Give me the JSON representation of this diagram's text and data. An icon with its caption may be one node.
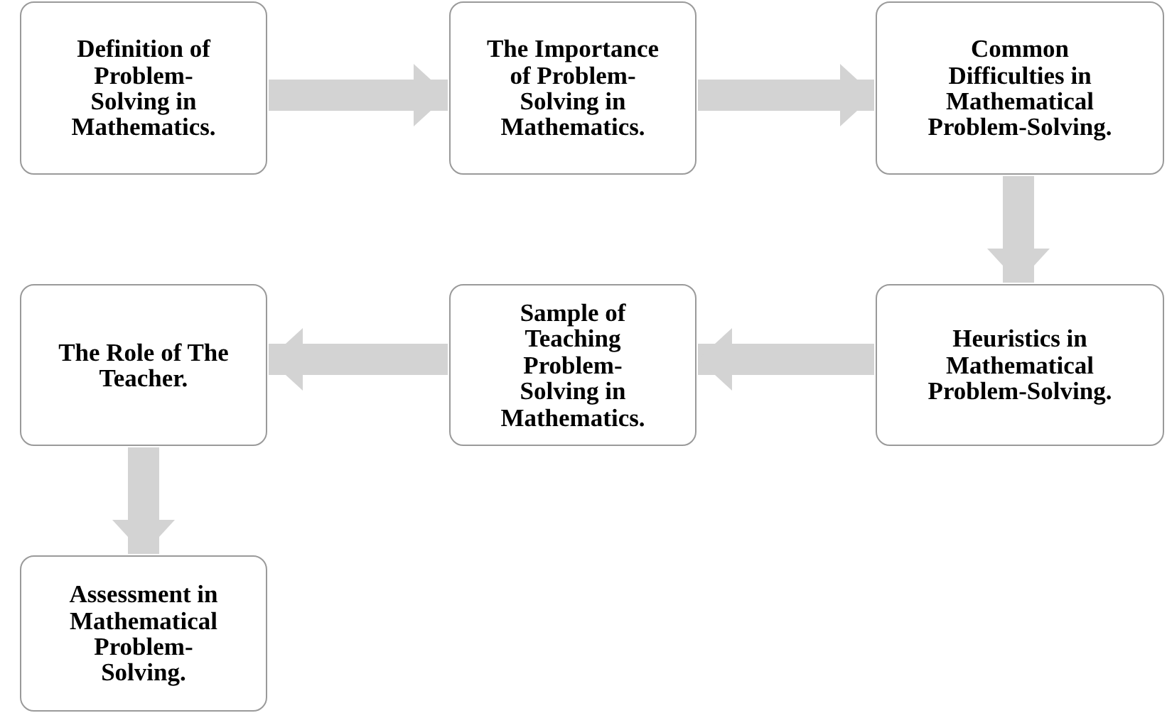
{
  "diagram": {
    "nodes": [
      {
        "text": [
          "Definition of Problem-Solving in Mathematics."
        ]
      },
      {
        "text": [
          "The Importance of Problem-Solving in Mathematics."
        ]
      },
      {
        "text": [
          "Common Difficulties in Mathematical Problem-Solving."
        ]
      },
      {
        "text": [
          "Heuristics in Mathematical Problem-Solving."
        ]
      },
      {
        "text": [
          "Sample of Teaching Problem-Solving in Mathematics."
        ]
      },
      {
        "text": [
          "The Role of The Teacher."
        ]
      },
      {
        "text": [
          "Assessment in Mathematical Problem-Solving."
        ]
      }
    ],
    "edges": [
      {
        "from": 0,
        "to": 1,
        "arrow": "to"
      },
      {
        "from": 1,
        "to": 2,
        "arrow": "to"
      },
      {
        "from": 2,
        "to": 3,
        "arrow": "to"
      },
      {
        "from": 3,
        "to": 4,
        "arrow": "to"
      },
      {
        "from": 4,
        "to": 5,
        "arrow": "to"
      },
      {
        "from": 5,
        "to": 6,
        "arrow": "to"
      }
    ]
  }
}
